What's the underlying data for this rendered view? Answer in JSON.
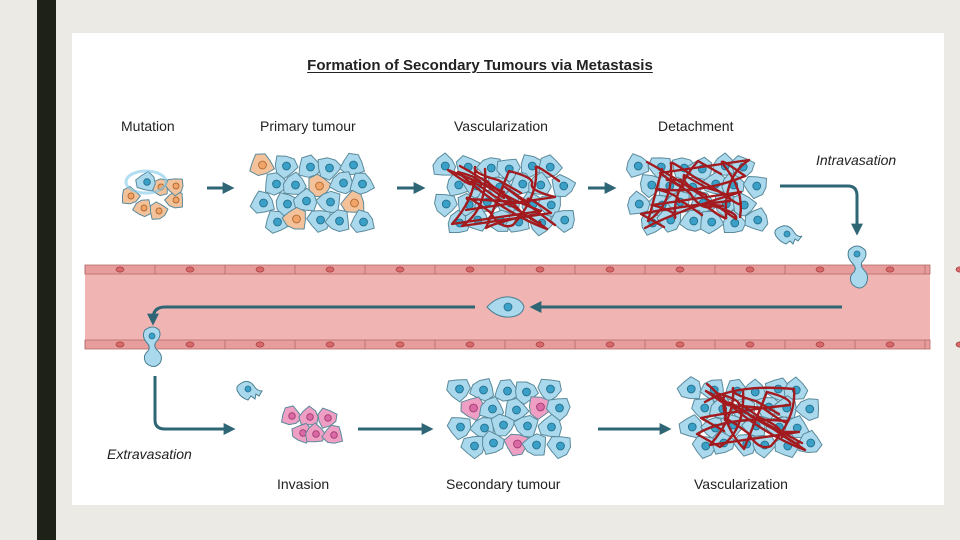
{
  "title": "Formation of Secondary Tumours via Metastasis",
  "stages": {
    "mutation": "Mutation",
    "primary_tumour": "Primary tumour",
    "vascularization_1": "Vascularization",
    "detachment": "Detachment",
    "intravasation": "Intravasation",
    "extravasation": "Extravasation",
    "invasion": "Invasion",
    "secondary_tumour": "Secondary tumour",
    "vascularization_2": "Vascularization"
  },
  "colors": {
    "normal_cell": "#aad8ec",
    "mutated_cell": "#f3c29a",
    "invading_cell": "#ef9fc4",
    "vessel_wall": "#e89d9d",
    "vessel_lumen": "#f0b4b2",
    "blood_vessel_red": "#a31b1e",
    "arrow": "#2e6676",
    "side_bar": "#1e2117"
  }
}
